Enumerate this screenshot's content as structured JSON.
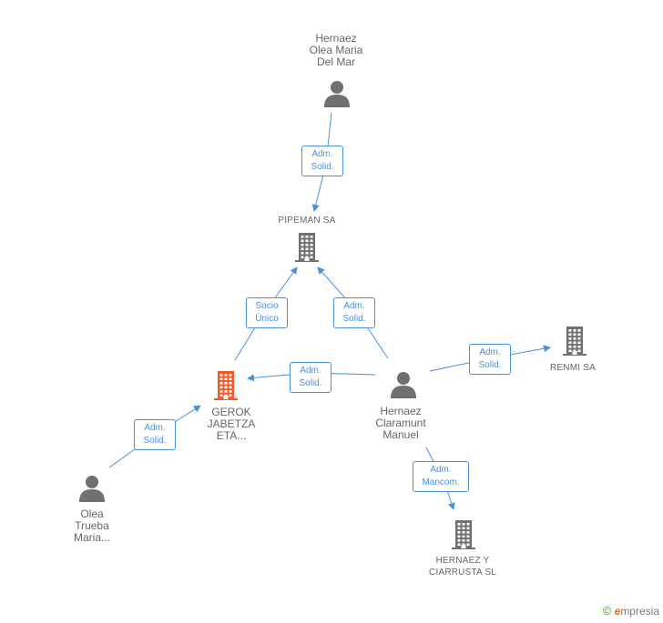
{
  "nodes": {
    "hernaez_olea": {
      "name": "Hernaez Olea Maria Del Mar",
      "lines": [
        "Hernaez",
        "Olea Maria",
        "Del Mar"
      ],
      "type": "person"
    },
    "pipeman": {
      "name": "PIPEMAN SA",
      "type": "company"
    },
    "gerok": {
      "name": "GEROK JABETZA ETA...",
      "lines": [
        "GEROK",
        "JABETZA",
        "ETA..."
      ],
      "type": "company",
      "highlight": true
    },
    "hernaez_claramunt": {
      "name": "Hernaez Claramunt Manuel",
      "lines": [
        "Hernaez",
        "Claramunt",
        "Manuel"
      ],
      "type": "person"
    },
    "renmi": {
      "name": "RENMI SA",
      "type": "company"
    },
    "olea_trueba": {
      "name": "Olea Trueba Maria...",
      "lines": [
        "Olea",
        "Trueba",
        "Maria..."
      ],
      "type": "person"
    },
    "hernaez_ciarrusta": {
      "name": "HERNAEZ Y CIARRUSTA SL",
      "lines": [
        "HERNAEZ Y",
        "CIARRUSTA SL"
      ],
      "type": "company"
    }
  },
  "relations": [
    {
      "from": "hernaez_olea",
      "to": "pipeman",
      "label": [
        "Adm.",
        "Solid."
      ]
    },
    {
      "from": "gerok",
      "to": "pipeman",
      "label": [
        "Socio",
        "Único"
      ]
    },
    {
      "from": "hernaez_claramunt",
      "to": "pipeman",
      "label": [
        "Adm.",
        "Solid."
      ]
    },
    {
      "from": "hernaez_claramunt",
      "to": "gerok",
      "label": [
        "Adm.",
        "Solid."
      ]
    },
    {
      "from": "hernaez_claramunt",
      "to": "renmi",
      "label": [
        "Adm.",
        "Solid."
      ]
    },
    {
      "from": "olea_trueba",
      "to": "gerok",
      "label": [
        "Adm.",
        "Solid."
      ]
    },
    {
      "from": "hernaez_claramunt",
      "to": "hernaez_ciarrusta",
      "label": [
        "Adm.",
        "Mancom."
      ]
    }
  ],
  "colors": {
    "edge": "#4a90d9",
    "icon": "#707070",
    "highlight": "#f05a28",
    "text": "#666666"
  },
  "brand": {
    "copyright": "©",
    "initial": "e",
    "rest": "mpresia"
  }
}
